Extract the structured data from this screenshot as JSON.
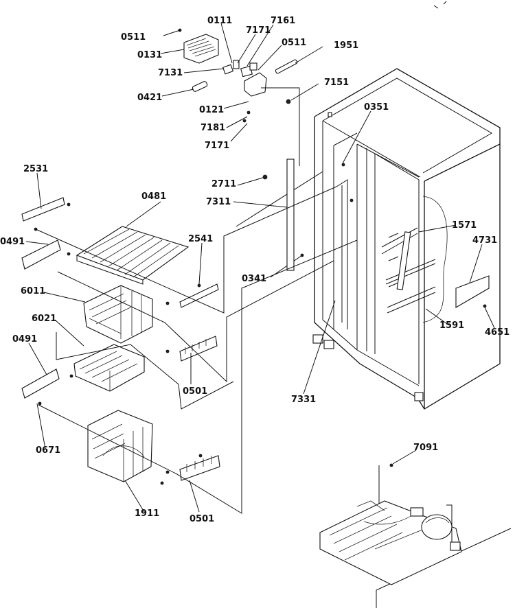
{
  "diagram": {
    "labels": [
      {
        "id": "l0511a",
        "text": "0511"
      },
      {
        "id": "l0111",
        "text": "0111"
      },
      {
        "id": "l7171a",
        "text": "7171"
      },
      {
        "id": "l7161",
        "text": "7161"
      },
      {
        "id": "l0511b",
        "text": "0511"
      },
      {
        "id": "l1951",
        "text": "1951"
      },
      {
        "id": "l0131",
        "text": "0131"
      },
      {
        "id": "l7131",
        "text": "7131"
      },
      {
        "id": "l7151",
        "text": "7151"
      },
      {
        "id": "l0421",
        "text": "0421"
      },
      {
        "id": "l0121",
        "text": "0121"
      },
      {
        "id": "l0351",
        "text": "0351"
      },
      {
        "id": "l7181",
        "text": "7181"
      },
      {
        "id": "l7171b",
        "text": "7171"
      },
      {
        "id": "l2531",
        "text": "2531"
      },
      {
        "id": "l0481",
        "text": "0481"
      },
      {
        "id": "l2711",
        "text": "2711"
      },
      {
        "id": "l7311",
        "text": "7311"
      },
      {
        "id": "l0491a",
        "text": "0491"
      },
      {
        "id": "l2541",
        "text": "2541"
      },
      {
        "id": "l1571",
        "text": "1571"
      },
      {
        "id": "l4731",
        "text": "4731"
      },
      {
        "id": "l0341",
        "text": "0341"
      },
      {
        "id": "l6011",
        "text": "6011"
      },
      {
        "id": "l6021",
        "text": "6021"
      },
      {
        "id": "l1591",
        "text": "1591"
      },
      {
        "id": "l4651",
        "text": "4651"
      },
      {
        "id": "l0491b",
        "text": "0491"
      },
      {
        "id": "l0501a",
        "text": "0501"
      },
      {
        "id": "l7331",
        "text": "7331"
      },
      {
        "id": "l0671",
        "text": "0671"
      },
      {
        "id": "l7091",
        "text": "7091"
      },
      {
        "id": "l1911",
        "text": "1911"
      },
      {
        "id": "l0501b",
        "text": "0501"
      }
    ]
  }
}
